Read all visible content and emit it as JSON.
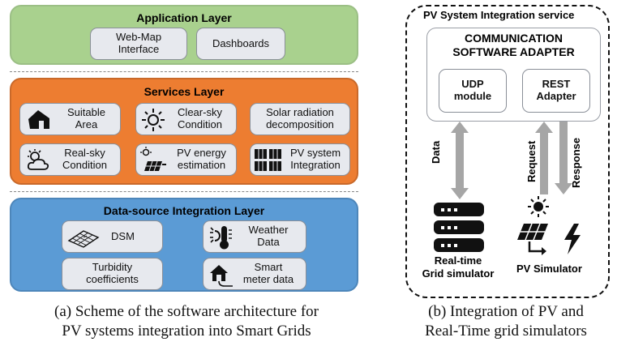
{
  "left": {
    "application_layer": {
      "title": "Application Layer",
      "boxes": [
        "Web-Map\nInterface",
        "Dashboards"
      ]
    },
    "services_layer": {
      "title": "Services Layer",
      "boxes": [
        "Suitable\nArea",
        "Clear-sky\nCondition",
        "Solar radiation\ndecomposition",
        "Real-sky\nCondition",
        "PV energy\nestimation",
        "PV system\nIntegration"
      ]
    },
    "data_layer": {
      "title": "Data-source Integration Layer",
      "boxes": [
        "DSM",
        "Weather\nData",
        "Turbidity\ncoefficients",
        "Smart\nmeter data"
      ]
    },
    "caption": "(a) Scheme of the software architecture for\nPV systems integration into Smart Grids"
  },
  "right": {
    "service_title": "PV System Integration service",
    "adapter_title": "COMMUNICATION\nSOFTWARE ADAPTER",
    "modules": [
      "UDP\nmodule",
      "REST\nAdapter"
    ],
    "arrow_labels": {
      "data": "Data",
      "request": "Request",
      "response": "Response"
    },
    "grid_sim": "Real-time\nGrid simulator",
    "pv_sim": "PV Simulator",
    "caption": "(b) Integration of PV and\nReal-Time grid simulators"
  },
  "colors": {
    "application": "#a9d18e",
    "services": "#ed7d31",
    "data": "#5b9bd5"
  }
}
